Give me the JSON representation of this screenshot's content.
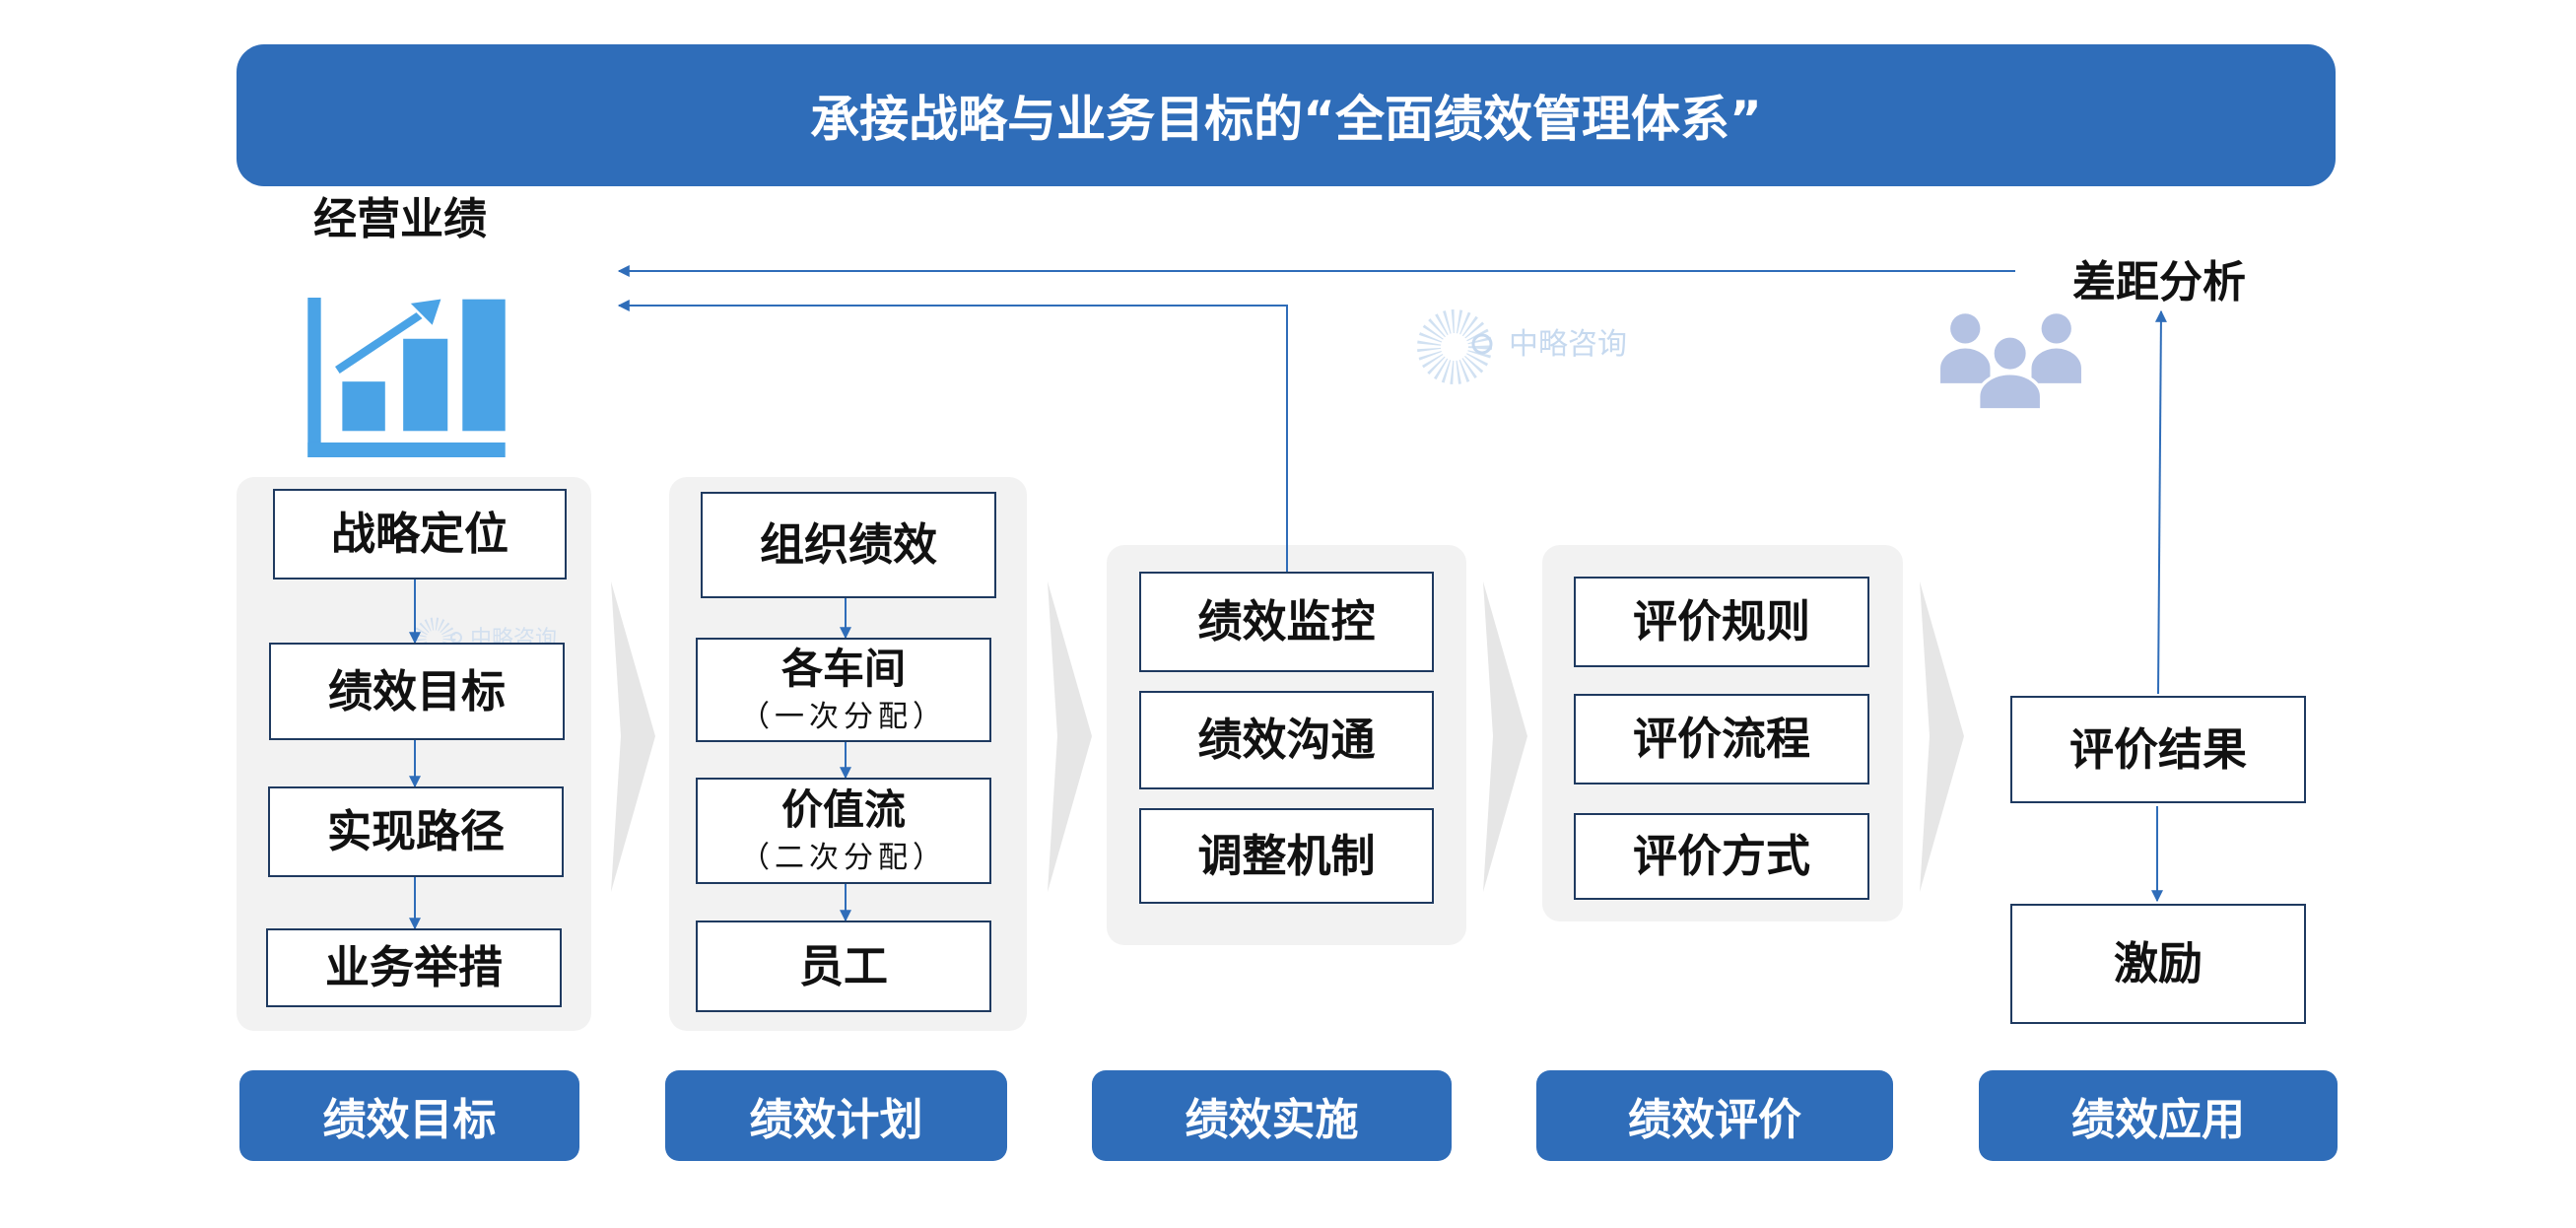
{
  "title": "承接战略与业务目标的“全面绩效管理体系”",
  "top": {
    "business_performance": "经营业绩",
    "gap_analysis": "差距分析",
    "watermark": "中略咨询"
  },
  "icons": {
    "business_performance": "chart-growth-icon",
    "gap_analysis": "people-group-icon",
    "watermark": "company-logo-icon"
  },
  "columns": [
    {
      "stage": "绩效目标",
      "items": [
        {
          "label": "战略定位"
        },
        {
          "label": "绩效目标"
        },
        {
          "label": "实现路径"
        },
        {
          "label": "业务举措"
        }
      ]
    },
    {
      "stage": "绩效计划",
      "items": [
        {
          "label": "组织绩效"
        },
        {
          "label": "各车间",
          "sub": "（一次分配）"
        },
        {
          "label": "价值流",
          "sub": "（二次分配）"
        },
        {
          "label": "员工"
        }
      ]
    },
    {
      "stage": "绩效实施",
      "items": [
        {
          "label": "绩效监控"
        },
        {
          "label": "绩效沟通"
        },
        {
          "label": "调整机制"
        }
      ]
    },
    {
      "stage": "绩效评价",
      "items": [
        {
          "label": "评价规则"
        },
        {
          "label": "评价流程"
        },
        {
          "label": "评价方式"
        }
      ]
    },
    {
      "stage": "绩效应用",
      "items": [
        {
          "label": "评价结果"
        },
        {
          "label": "激励"
        }
      ]
    }
  ],
  "colors": {
    "primary": "#2F6DB9",
    "border": "#1F3A60",
    "panel": "#F2F2F2",
    "chevron": "#E6E6E6",
    "chart": "#4AA3E6",
    "people": "#B4C2E3",
    "wm": "#C6D9EF"
  }
}
